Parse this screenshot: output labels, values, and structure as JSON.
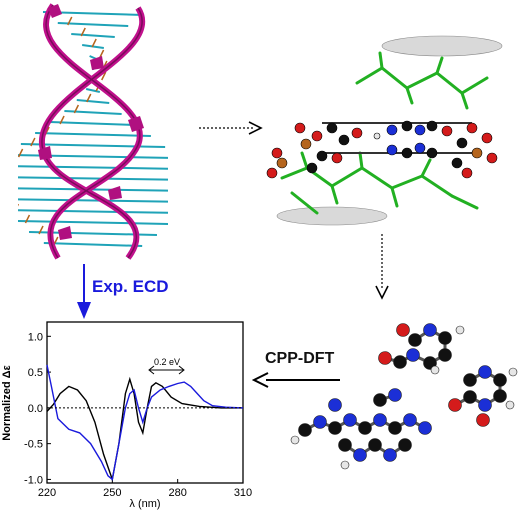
{
  "labels": {
    "exp_ecd": "Exp. ECD",
    "cpp_dft": "CPP-DFT"
  },
  "colors": {
    "blue_arrow": "#1a1adc",
    "backbone": "#c0108c",
    "base_cyan": "#1fa3b8",
    "phosphate": "#b5651d",
    "green": "#22b022",
    "carbon": "#111111",
    "nitrogen": "#1b2fd6",
    "oxygen": "#d41b1b",
    "hydrogen": "#e6e6e6"
  },
  "chart_data": {
    "type": "line",
    "xlabel": "λ (nm)",
    "ylabel": "Normalized Δε",
    "xlim": [
      220,
      310
    ],
    "ylim": [
      -1.05,
      1.2
    ],
    "x_ticks": [
      "220",
      "250",
      "280",
      "310"
    ],
    "y_ticks": [
      "1.0",
      "0.5",
      "0.0",
      "-0.5",
      "-1.0"
    ],
    "annotation": "0.2 eV",
    "series": [
      {
        "color": "#000000",
        "points": [
          [
            220,
            -0.05
          ],
          [
            223,
            0.05
          ],
          [
            226,
            0.2
          ],
          [
            230,
            0.3
          ],
          [
            234,
            0.25
          ],
          [
            238,
            0.1
          ],
          [
            242,
            -0.2
          ],
          [
            246,
            -0.65
          ],
          [
            250,
            -1.0
          ],
          [
            253,
            -0.5
          ],
          [
            256,
            0.2
          ],
          [
            258,
            0.4
          ],
          [
            260,
            0.2
          ],
          [
            262,
            -0.2
          ],
          [
            264,
            -0.35
          ],
          [
            266,
            0.0
          ],
          [
            268,
            0.3
          ],
          [
            270,
            0.35
          ],
          [
            273,
            0.3
          ],
          [
            277,
            0.15
          ],
          [
            282,
            0.06
          ],
          [
            290,
            0.02
          ],
          [
            300,
            0.0
          ],
          [
            310,
            0.0
          ]
        ]
      },
      {
        "color": "#1a1adc",
        "points": [
          [
            220,
            0.6
          ],
          [
            222,
            0.3
          ],
          [
            225,
            -0.15
          ],
          [
            230,
            -0.3
          ],
          [
            235,
            -0.35
          ],
          [
            240,
            -0.5
          ],
          [
            245,
            -0.75
          ],
          [
            248,
            -0.95
          ],
          [
            250,
            -1.0
          ],
          [
            253,
            -0.5
          ],
          [
            256,
            0.0
          ],
          [
            258,
            0.2
          ],
          [
            260,
            0.25
          ],
          [
            262,
            0.0
          ],
          [
            264,
            -0.2
          ],
          [
            266,
            0.0
          ],
          [
            268,
            0.15
          ],
          [
            272,
            0.25
          ],
          [
            276,
            0.3
          ],
          [
            280,
            0.34
          ],
          [
            283,
            0.36
          ],
          [
            286,
            0.3
          ],
          [
            289,
            0.2
          ],
          [
            292,
            0.1
          ],
          [
            296,
            0.03
          ],
          [
            302,
            0.01
          ],
          [
            310,
            0.0
          ]
        ]
      },
      {
        "color": "#000000",
        "dashed": true,
        "points": [
          [
            220,
            0.0
          ],
          [
            310,
            0.0
          ]
        ]
      }
    ]
  }
}
